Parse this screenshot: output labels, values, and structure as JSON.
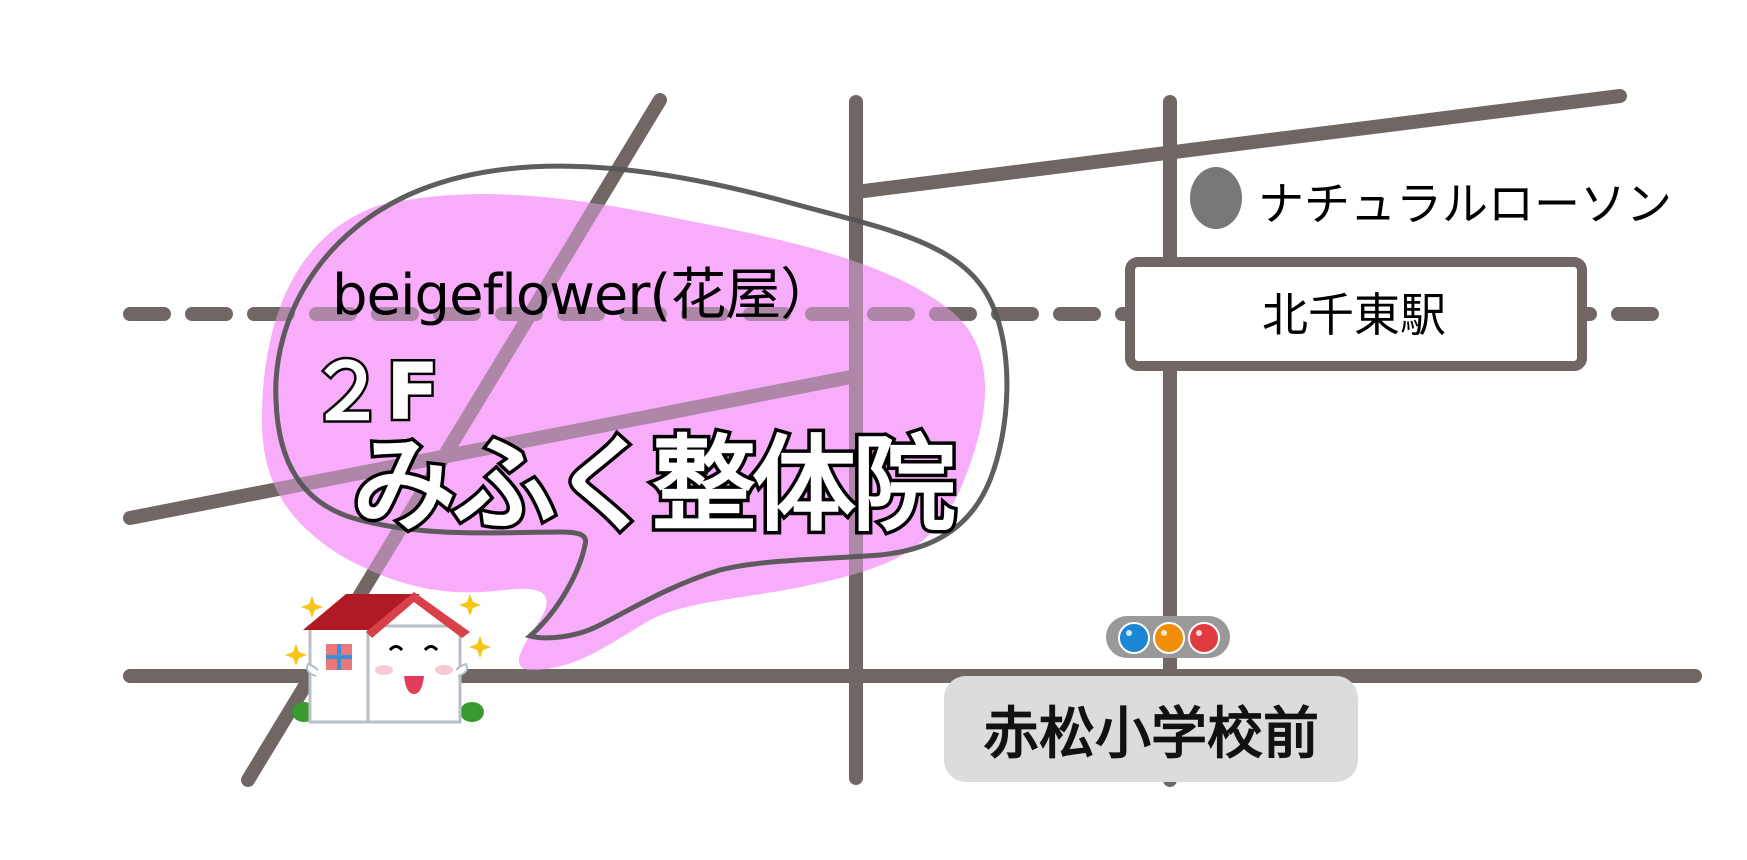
{
  "map": {
    "destination": {
      "building_label": "beigeflower(花屋）",
      "floor": "２F",
      "name": "みふく整体院",
      "bubble_fill": "#f8aefa",
      "bubble_outline": "#555555"
    },
    "landmarks": {
      "convenience_store": {
        "label": "ナチュラルローソン",
        "marker_color": "#777777"
      },
      "station": {
        "label": "北千東駅"
      },
      "bus_stop": {
        "label": "赤松小学校前",
        "box_color": "#dcdcdc"
      }
    },
    "traffic_light": {
      "colors": [
        "#1a86d4",
        "#f08d0a",
        "#e03c40"
      ]
    },
    "house_icon": {
      "roof_color": "#c8202a"
    },
    "road_color": "#706664"
  }
}
